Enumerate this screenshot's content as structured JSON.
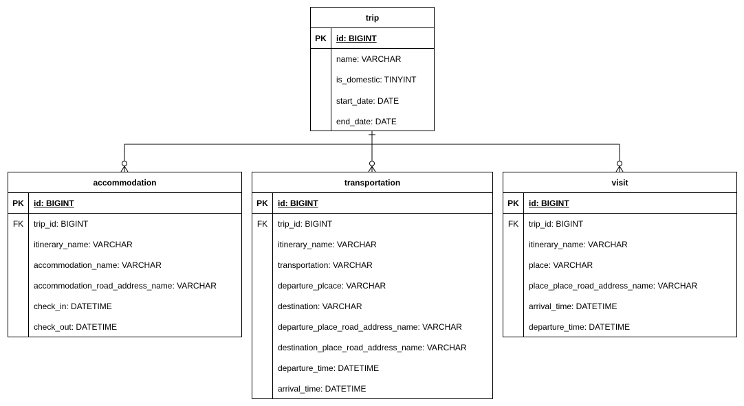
{
  "entities": {
    "trip": {
      "title": "trip",
      "pk_key": "PK",
      "pk_field": "id: BIGINT",
      "fields": [
        "name: VARCHAR",
        "is_domestic: TINYINT",
        "start_date: DATE",
        "end_date: DATE"
      ]
    },
    "accommodation": {
      "title": "accommodation",
      "pk_key": "PK",
      "pk_field": "id: BIGINT",
      "fk_key": "FK",
      "fields": [
        "trip_id: BIGINT",
        "itinerary_name: VARCHAR",
        "accommodation_name: VARCHAR",
        "accommodation_road_address_name: VARCHAR",
        "check_in: DATETIME",
        "check_out: DATETIME"
      ]
    },
    "transportation": {
      "title": "transportation",
      "pk_key": "PK",
      "pk_field": "id: BIGINT",
      "fk_key": "FK",
      "fields": [
        "trip_id: BIGINT",
        "itinerary_name: VARCHAR",
        "transportation: VARCHAR",
        "departure_plcace: VARCHAR",
        "destination: VARCHAR",
        "departure_place_road_address_name: VARCHAR",
        "destination_place_road_address_name: VARCHAR",
        "departure_time: DATETIME",
        "arrival_time: DATETIME"
      ]
    },
    "visit": {
      "title": "visit",
      "pk_key": "PK",
      "pk_field": "id: BIGINT",
      "fk_key": "FK",
      "fields": [
        "trip_id: BIGINT",
        "itinerary_name: VARCHAR",
        "place: VARCHAR",
        "place_place_road_address_name: VARCHAR",
        "arrival_time: DATETIME",
        "departure_time: DATETIME"
      ]
    }
  },
  "relationships": [
    {
      "from": "trip",
      "to": "accommodation",
      "from_cardinality": "one",
      "to_cardinality": "zero-or-many"
    },
    {
      "from": "trip",
      "to": "transportation",
      "from_cardinality": "one",
      "to_cardinality": "zero-or-many"
    },
    {
      "from": "trip",
      "to": "visit",
      "from_cardinality": "one",
      "to_cardinality": "zero-or-many"
    }
  ]
}
